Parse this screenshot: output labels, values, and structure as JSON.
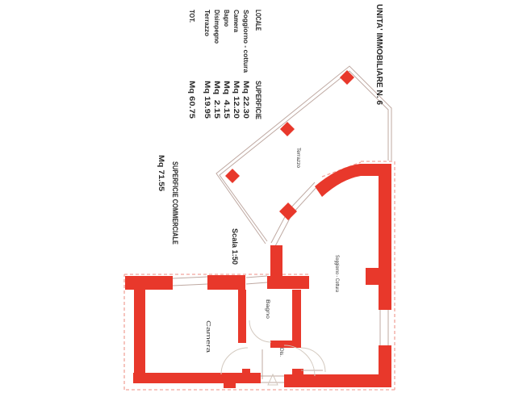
{
  "title": "UNITA' IMMOBILIARE N. 6",
  "table": {
    "headers": {
      "locale": "LOCALE",
      "superficie": "SUPERFICIE"
    },
    "rows": [
      {
        "name": "Soggiorno - cottura",
        "value": "Mq 22.30"
      },
      {
        "name": "Camera",
        "value": "Mq 12.20"
      },
      {
        "name": "Bagno",
        "value": "Mq  4.15"
      },
      {
        "name": "Disimpegno",
        "value": "Mq  2.15"
      },
      {
        "name": "Terrazzo",
        "value": "Mq 19.95"
      },
      {
        "name": "TOT.",
        "value": "Mq 60.75"
      }
    ]
  },
  "summary": {
    "line1": "SUPERFICIE COMMERCIALE",
    "line2": "Mq 71.55"
  },
  "scale_label": "Scala 1:50",
  "room_labels": {
    "terrazzo": "Terrazzo",
    "soggiorno": "Soggiorno - Cottura",
    "bagno": "Bagno",
    "camera": "Camera",
    "disimpegno": "Dis."
  },
  "colors": {
    "wall": "#e8382b",
    "outline": "#bfa9a2",
    "arc": "#d3c9bf",
    "dashed": "#f2a49c",
    "paper": "#ffffff"
  }
}
